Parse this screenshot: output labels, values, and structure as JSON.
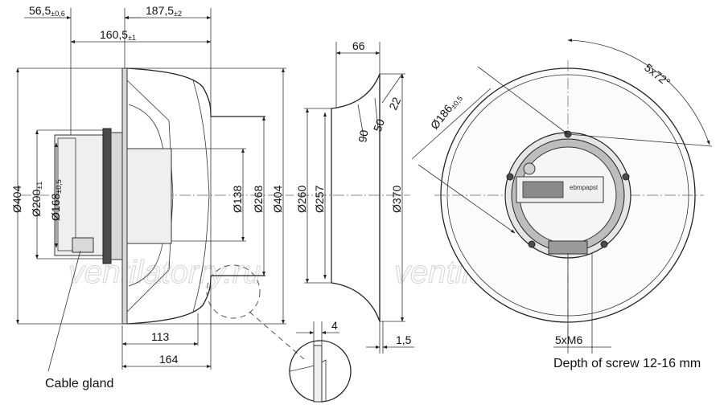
{
  "watermark": [
    "ventilatorry.ru",
    "ventilatorry.ru"
  ],
  "side_view": {
    "dims": {
      "d404_left": "Ø404",
      "d200": "Ø200",
      "d200_tol": "±1",
      "d168": "Ø168",
      "d168_tol": "±0,5",
      "d138": "Ø138",
      "d268": "Ø268",
      "d404_right": "Ø404",
      "top_56": "56,5",
      "top_56_tol": "±0,6",
      "top_187": "187,5",
      "top_187_tol": "±2",
      "top_160": "160,5",
      "top_160_tol": "±1",
      "bottom_113": "113",
      "bottom_164": "164"
    },
    "cable_gland_label": "Cable gland"
  },
  "nozzle_view": {
    "dims": {
      "w66": "66",
      "r22": "22",
      "r50": "50",
      "r90": "90",
      "d260": "Ø260",
      "d257": "Ø257",
      "d370": "Ø370",
      "t15": "1,5",
      "t4": "4"
    }
  },
  "front_view": {
    "dims": {
      "d186": "Ø186",
      "d186_tol": "±0,5",
      "angle": "5x72°",
      "screw": "5xM6"
    },
    "screw_depth_note": "Depth of screw 12-16 mm",
    "brand_plate": "ebmpapst"
  }
}
